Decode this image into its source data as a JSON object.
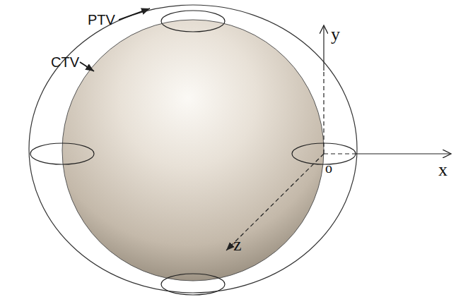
{
  "diagram": {
    "labels": [
      "PTV",
      "CTV",
      "y",
      "x",
      "o",
      "z"
    ]
  }
}
